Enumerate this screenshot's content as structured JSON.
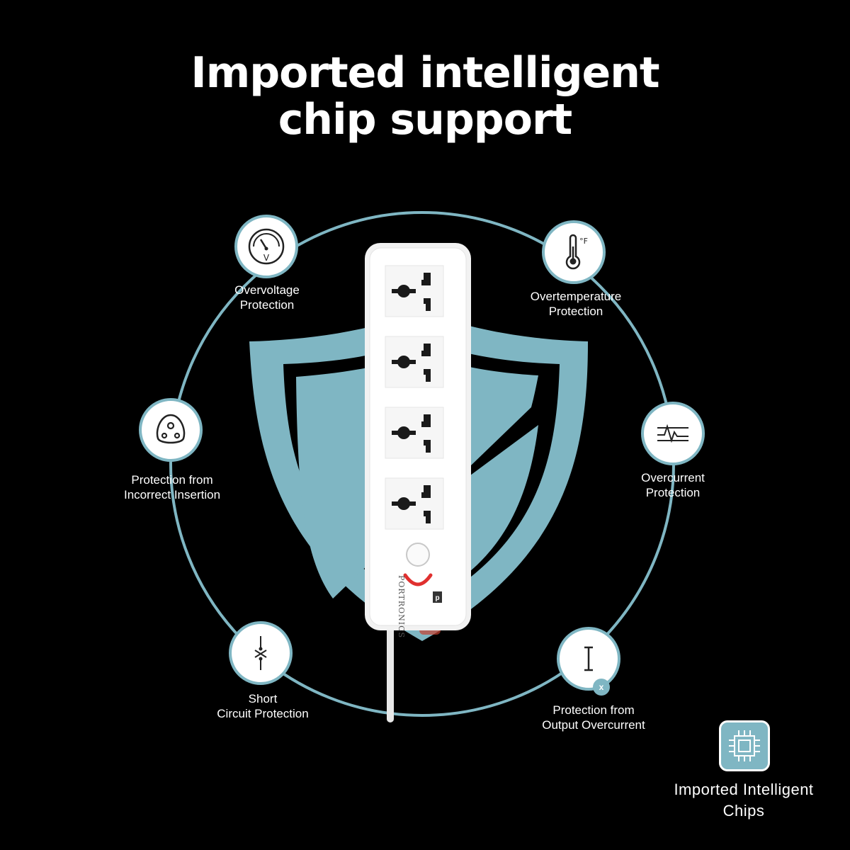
{
  "title": {
    "line1": "Imported intelligent",
    "line2": "chip support"
  },
  "features": [
    {
      "icon": "voltmeter-icon",
      "line1": "Overvoltage",
      "line2": "Protection"
    },
    {
      "icon": "thermometer-icon",
      "line1": "Overtemperature",
      "line2": "Protection"
    },
    {
      "icon": "socket-pins-icon",
      "line1": "Protection from",
      "line2": "Incorrect Insertion"
    },
    {
      "icon": "current-wave-icon",
      "line1": "Overcurrent",
      "line2": "Protection"
    },
    {
      "icon": "short-circuit-icon",
      "line1": "Short",
      "line2": "Circuit Protection"
    },
    {
      "icon": "output-current-icon",
      "line1": "Protection from",
      "line2": "Output Overcurrent",
      "badge": "x"
    }
  ],
  "thermometer_unit": "°F",
  "voltmeter_unit": "V",
  "brand": "PORTRONICS",
  "chip": {
    "icon": "chip-icon",
    "line1": "Imported Intelligent",
    "line2": "Chips"
  },
  "colors": {
    "accent": "#7fb6c3",
    "background": "#000000",
    "switch_red": "#e0302f"
  }
}
